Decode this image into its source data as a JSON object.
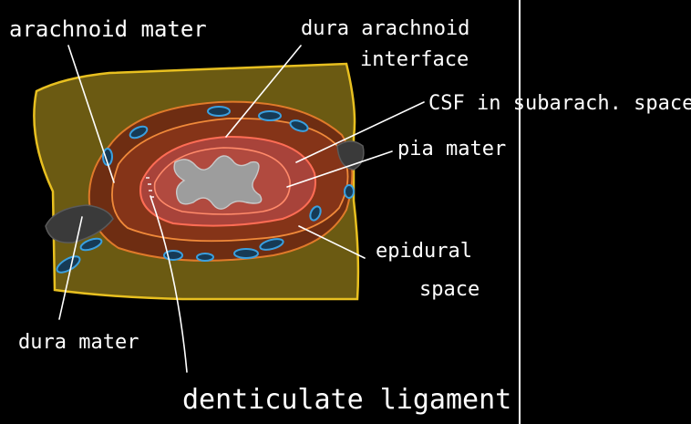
{
  "labels": {
    "arachnoid_mater": "arachnoid mater",
    "dura_arachnoid_interface_line1": "dura arachnoid",
    "dura_arachnoid_interface_line2": "interface",
    "csf_subarachnoid": "CSF in subarach. space",
    "pia_mater": "pia mater",
    "epidural_space_line1": "epidural",
    "epidural_space_line2": "space",
    "dura_mater": "dura mater",
    "denticulate_ligament": "denticulate ligament"
  },
  "colors": {
    "background": "#000000",
    "outer_tissue": "#6b5a12",
    "outer_outline": "#e8c020",
    "dura_fill": "#6e2d12",
    "dura_outline": "#e07a2a",
    "pia_fill": "#a8433a",
    "pia_outline": "#ff6d55",
    "gray_matter": "#9d9d9d",
    "vessel_fill": "#163a55",
    "vessel_outline": "#3aa0e0",
    "nerve_root": "#3a3a3a",
    "divider": "#ffffff",
    "label_text": "#ffffff",
    "footer_text": "#d8e23a"
  }
}
